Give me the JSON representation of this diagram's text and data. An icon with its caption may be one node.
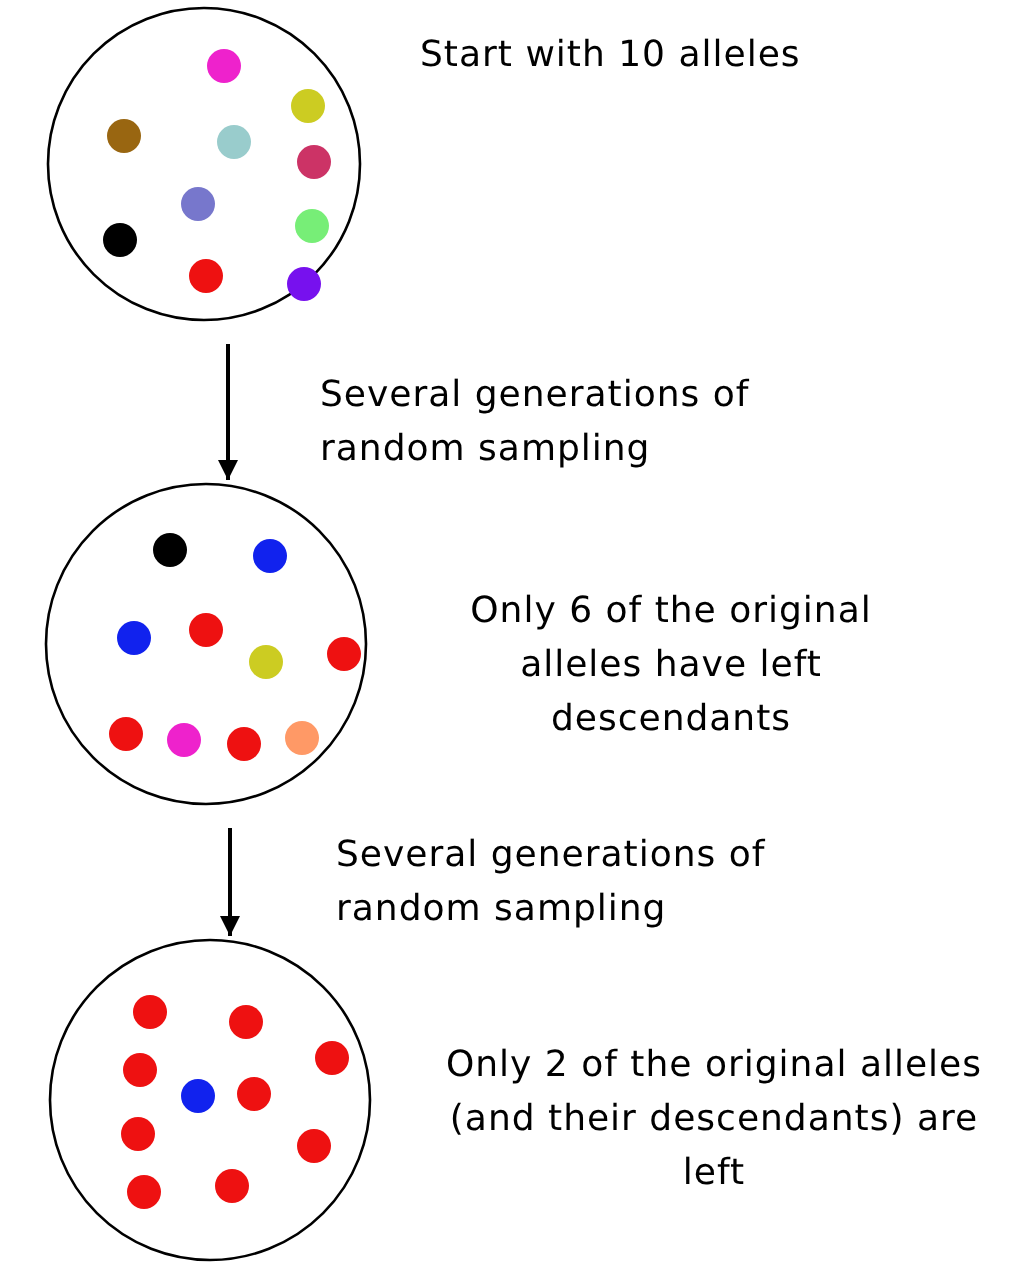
{
  "diagram": {
    "nodes": [
      {
        "text": [],
        "shape": "circle",
        "beside": [
          "Start with 10 alleles"
        ]
      },
      {
        "text": [],
        "shape": "circle",
        "beside": [
          "Only 6 of the original alleles have left descendants"
        ]
      },
      {
        "text": [],
        "shape": "circle",
        "beside": [
          "Only 2 of the original alleles (and their descendants) are left"
        ]
      }
    ],
    "edges": [
      {
        "from": 0,
        "to": 1,
        "arrow": "to",
        "label": "Several generations of random sampling"
      },
      {
        "from": 1,
        "to": 2,
        "arrow": "to",
        "label": "Several generations of random sampling"
      }
    ]
  }
}
